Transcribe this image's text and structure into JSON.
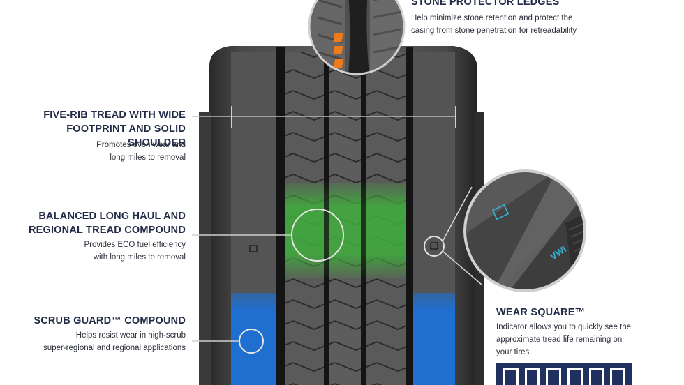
{
  "features": {
    "stone_protector": {
      "title": "STONE PROTECTOR LEDGES",
      "desc_line1": "Help minimize stone retention and protect the",
      "desc_line2": "casing from stone penetration for retreadability"
    },
    "five_rib": {
      "title_line1": "FIVE-RIB TREAD WITH WIDE",
      "title_line2": "FOOTPRINT AND SOLID SHOULDER",
      "desc_line1": "Promotes even wear and",
      "desc_line2": "long miles to removal"
    },
    "balanced": {
      "title_line1": "BALANCED LONG HAUL AND",
      "title_line2": "REGIONAL TREAD COMPOUND",
      "desc_line1": "Provides ECO fuel efficiency",
      "desc_line2": "with long miles to removal"
    },
    "scrub_guard": {
      "title": "SCRUB GUARD™ COMPOUND",
      "desc_line1": "Helps resist wear in high-scrub",
      "desc_line2": "super-regional and regional applications"
    },
    "wear_square": {
      "title": "WEAR SQUARE™",
      "desc_line1": "Indicator allows you to quickly see the",
      "desc_line2": "approximate tread life remaining on",
      "desc_line3": "your tires",
      "digits": [
        "",
        "",
        "",
        "",
        "",
        ""
      ],
      "inset_mark": "VWI"
    }
  },
  "colors": {
    "title": "#232c47",
    "tread_compound": "#3fae3c",
    "scrub_guard": "#1f6fd1",
    "ledge": "#f07a1a",
    "wear_indicator": "#33b6d6",
    "digits_bg": "#20305f"
  }
}
